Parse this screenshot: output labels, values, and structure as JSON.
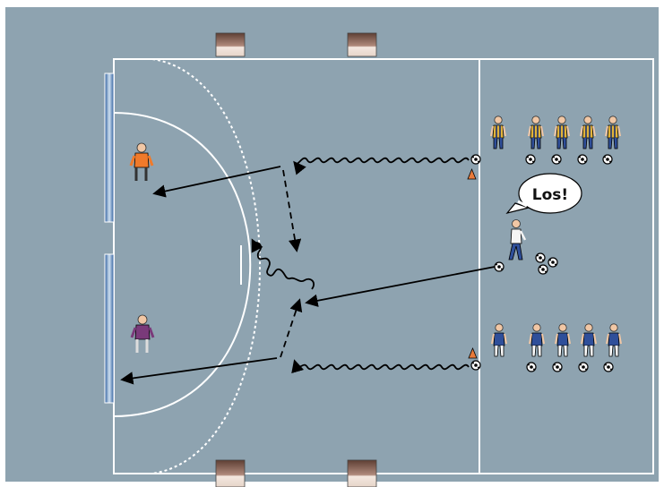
{
  "speech_bubble": {
    "text": "Los!"
  },
  "colors": {
    "pitch": "#8ea3b0",
    "lines": "#ffffff",
    "goal_blue": "#3a6aa8",
    "team_yellow": "#e2b43a",
    "team_blue": "#2f4f9a",
    "keeper_orange": "#f07a2a",
    "keeper_purple": "#7a3a7a",
    "coach_white": "#f4f4f4",
    "cone": "#e87a3a",
    "bench_dark": "#6a4b40",
    "bench_light": "#f0e4dc"
  },
  "icons": [
    "goal-left-top",
    "goal-left-bottom",
    "ball",
    "cone",
    "bench",
    "speech-bubble"
  ]
}
